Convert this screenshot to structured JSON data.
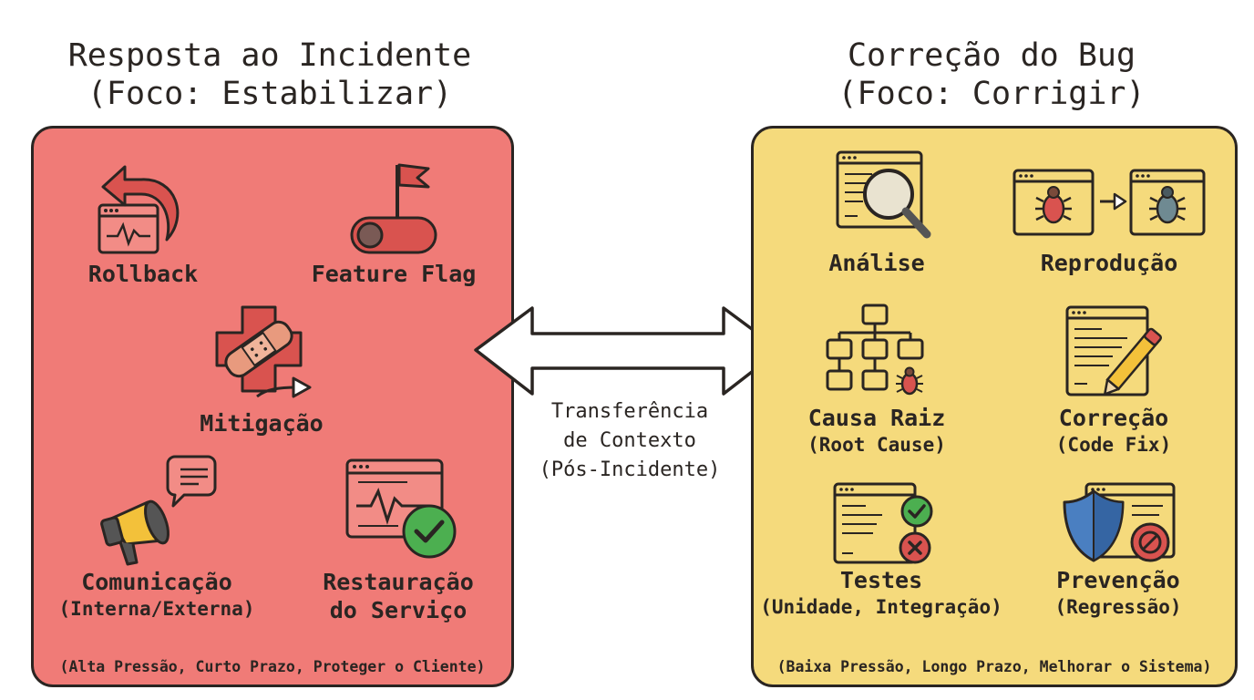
{
  "left": {
    "title": "Resposta ao Incidente",
    "subtitle": "(Foco: Estabilizar)",
    "items": [
      {
        "label": "Rollback",
        "icon": "undo-arrow-browser-icon"
      },
      {
        "label": "Feature Flag",
        "icon": "flag-toggle-icon"
      },
      {
        "label": "Mitigação",
        "icon": "bandaged-cross-icon"
      },
      {
        "label": "Comunicação",
        "sub": "(Interna/Externa)",
        "icon": "megaphone-icon"
      },
      {
        "label": "Restauração",
        "sub": "do Serviço",
        "icon": "heartbeat-check-icon"
      }
    ],
    "footer": "(Alta Pressão, Curto Prazo, Proteger o Cliente)",
    "color": "#f07b77"
  },
  "center": {
    "lines": [
      "Transferência",
      "de Contexto",
      "(Pós-Incidente)"
    ]
  },
  "right": {
    "title": "Correção do Bug",
    "subtitle": "(Foco: Corrigir)",
    "items": [
      {
        "label": "Análise",
        "icon": "code-magnifier-icon"
      },
      {
        "label": "Reprodução",
        "icon": "bug-reproduction-icon"
      },
      {
        "label": "Causa Raiz",
        "sub": "(Root Cause)",
        "icon": "flowchart-bug-icon"
      },
      {
        "label": "Correção",
        "sub": "(Code Fix)",
        "icon": "code-pencil-icon"
      },
      {
        "label": "Testes",
        "sub": "(Unidade, Integração)",
        "icon": "test-results-icon"
      },
      {
        "label": "Prevenção",
        "sub": "(Regressão)",
        "icon": "shield-block-icon"
      }
    ],
    "footer": "(Baixa Pressão, Longo Prazo, Melhorar o Sistema)",
    "color": "#f5da7c"
  },
  "icon_colors": {
    "danger": "#d9534f",
    "success": "#4caf50",
    "shield": "#4a7fc1",
    "ink": "#2a2522"
  }
}
